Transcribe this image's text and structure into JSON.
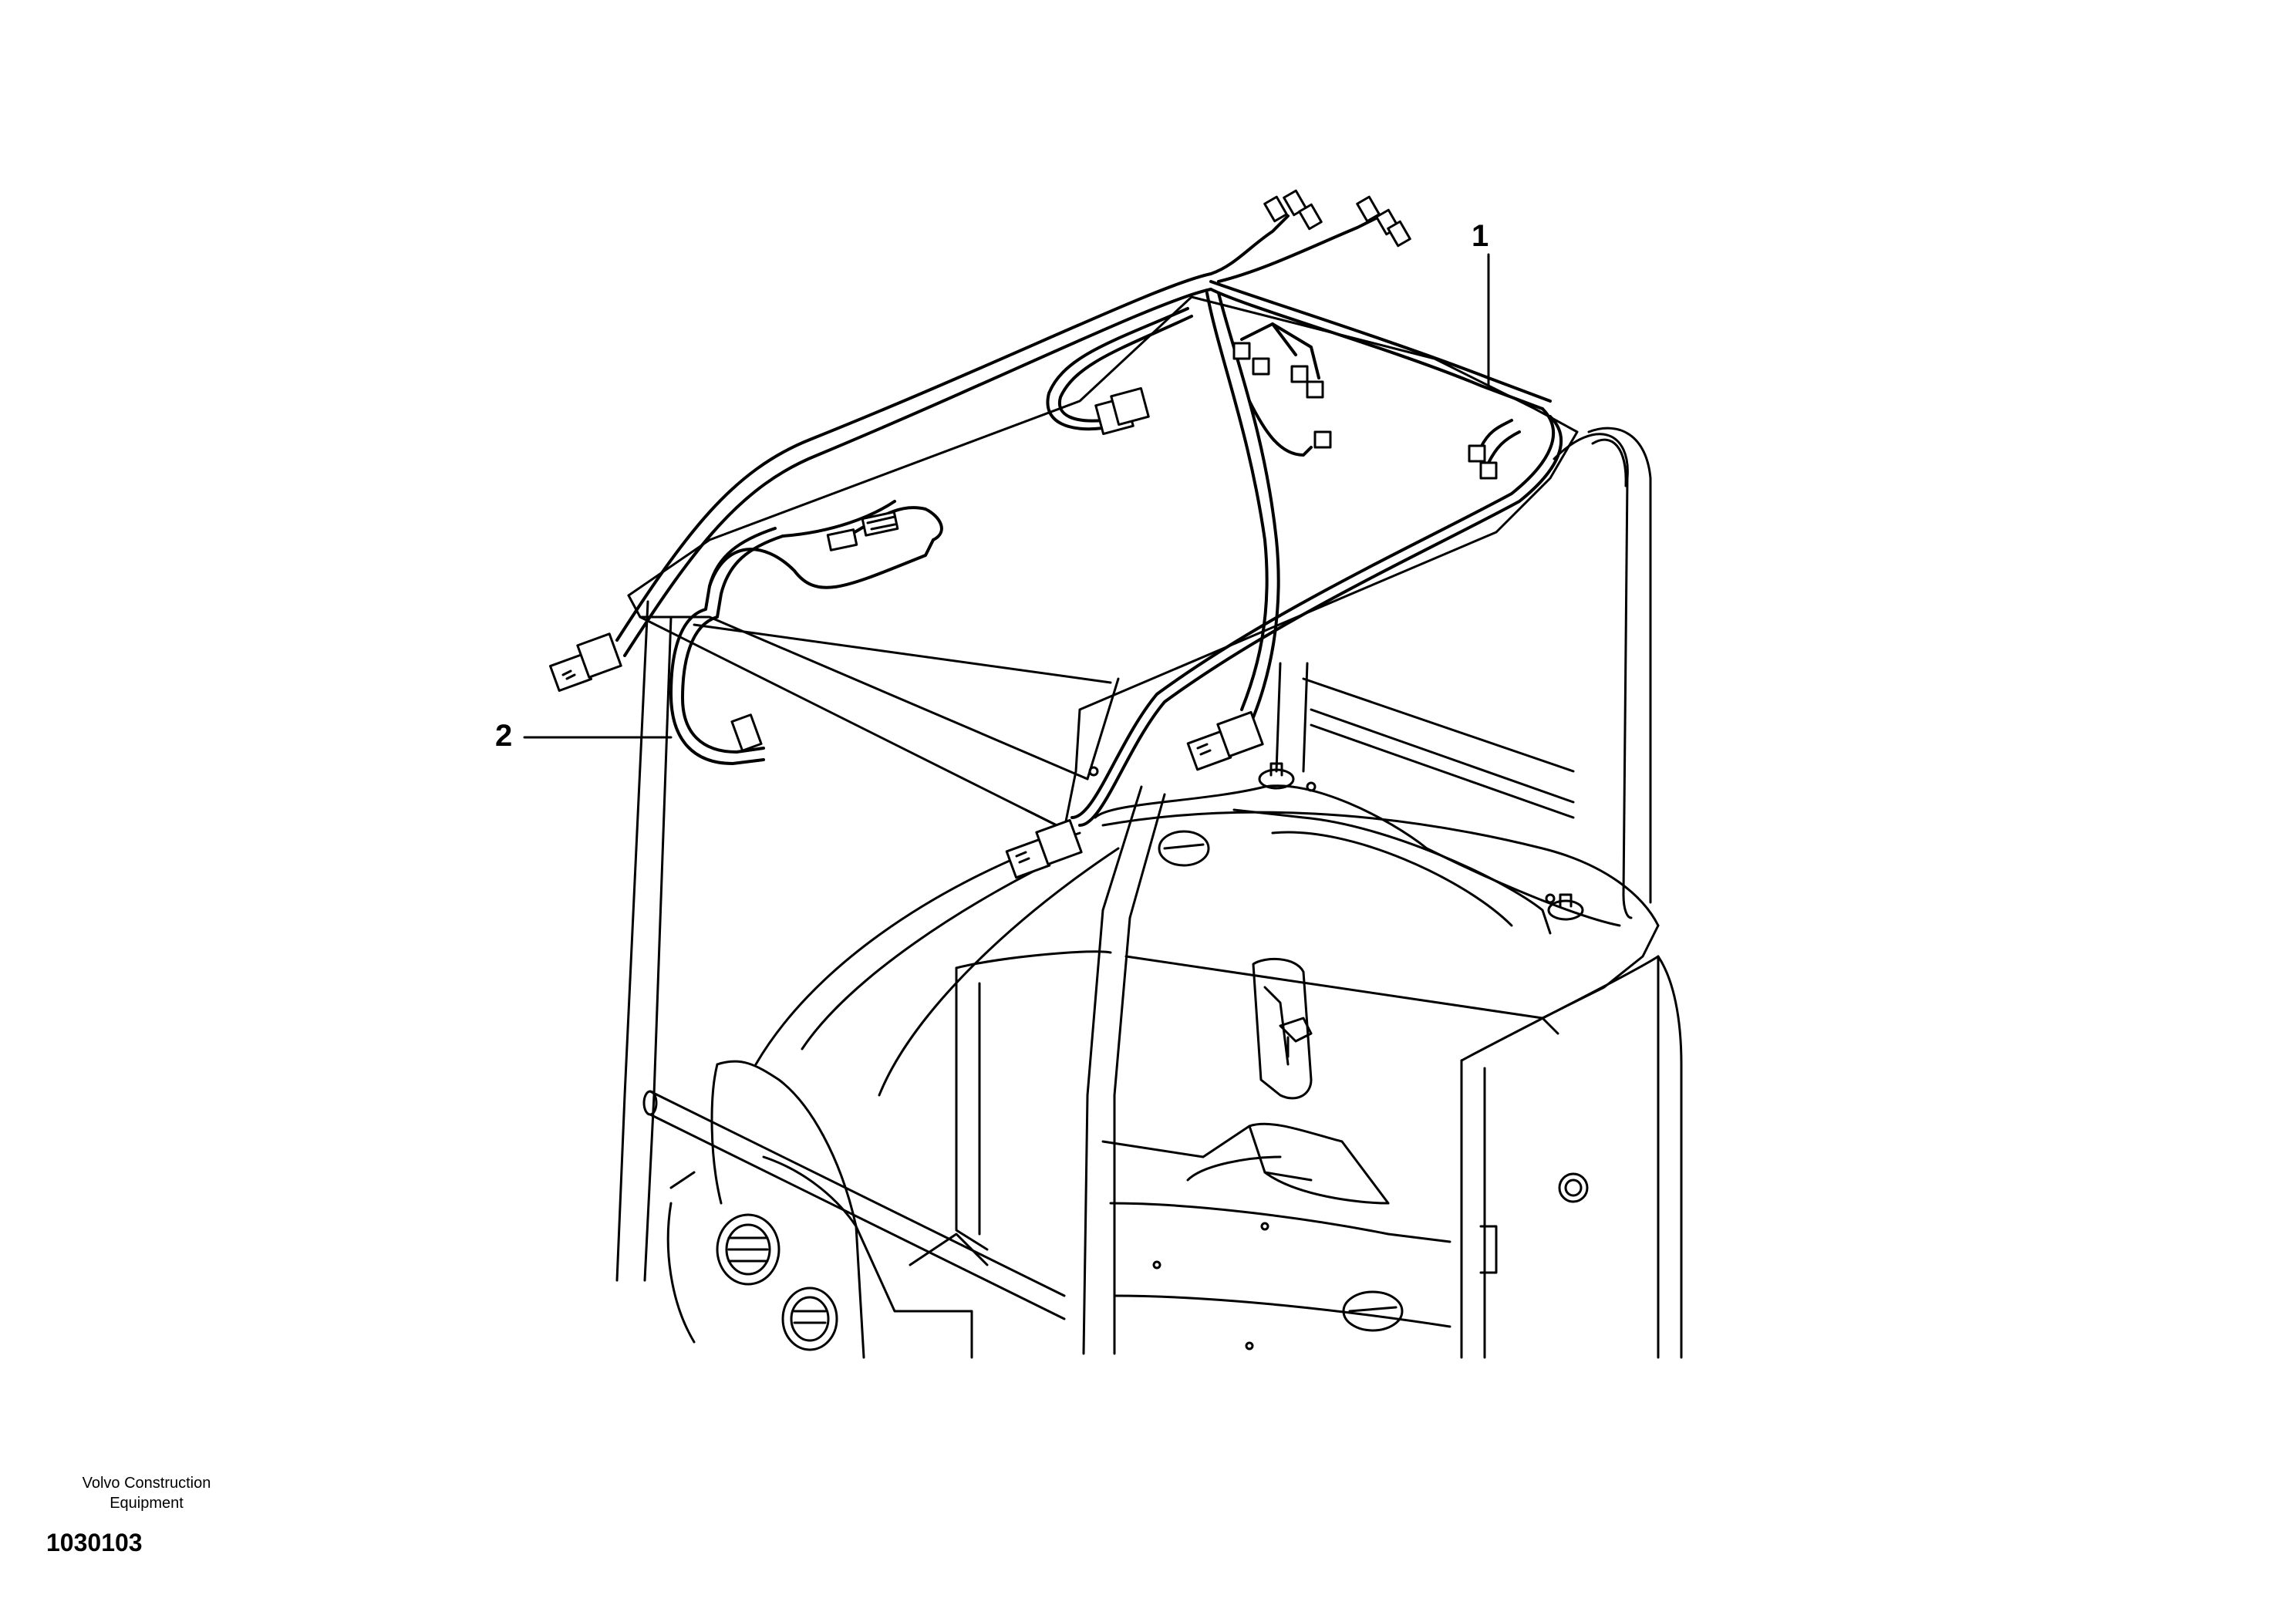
{
  "callouts": [
    {
      "id": "1",
      "label": "1"
    },
    {
      "id": "2",
      "label": "2"
    }
  ],
  "footer": {
    "brand_line_1": "Volvo Construction",
    "brand_line_2": "Equipment",
    "drawing_number": "1030103"
  },
  "colors": {
    "line": "#000000",
    "background": "#ffffff"
  }
}
